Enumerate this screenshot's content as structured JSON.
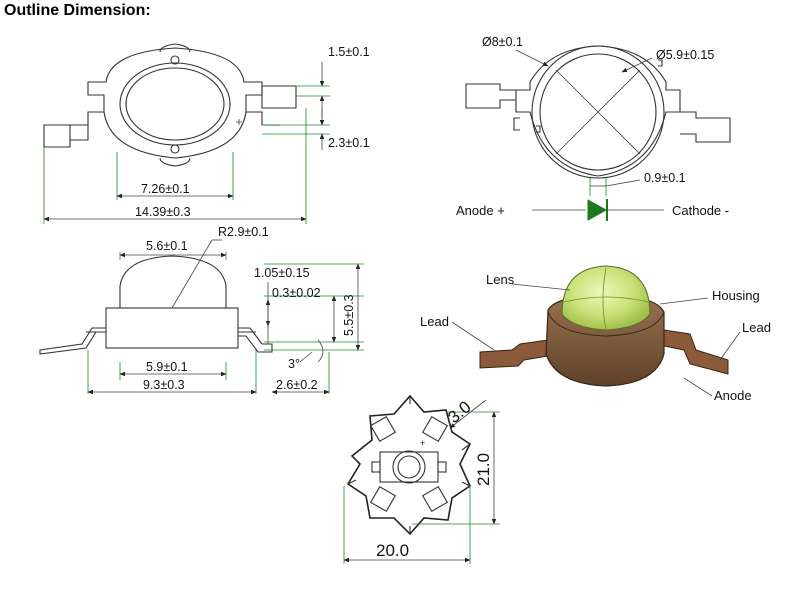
{
  "title": "Outline Dimension:",
  "top_view": {
    "dim_slot": "1.5±0.1",
    "dim_gap": "2.3±0.1",
    "dim_inner": "7.26±0.1",
    "dim_overall": "14.39±0.3"
  },
  "front_view": {
    "dim_outer_dia": "Ø8±0.1",
    "dim_lens_dia": "Ø5.9±0.15",
    "dim_gap": "0.9±0.1",
    "anode": "Anode +",
    "cathode": "Cathode -"
  },
  "side_view": {
    "dim_dome_width": "5.6±0.1",
    "dim_radius": "R2.9±0.1",
    "dim_lead_height": "1.05±0.15",
    "dim_lead_thick": "0.3±0.02",
    "dim_total_height": "5.5±0.3",
    "dim_body_width": "5.9±0.1",
    "dim_angle": "3°",
    "dim_base_width": "9.3±0.3",
    "dim_lead_len": "2.6±0.2"
  },
  "perspective": {
    "lens": "Lens",
    "housing": "Housing",
    "lead_left": "Lead",
    "lead_right": "Lead",
    "anode": "Anode",
    "colors": {
      "lens": "#c9e27a",
      "housing": "#7d5b3c",
      "lead": "#8a5a3a"
    }
  },
  "star_board": {
    "dim_arm": "3.0",
    "dim_height": "21.0",
    "dim_width": "20.0"
  }
}
